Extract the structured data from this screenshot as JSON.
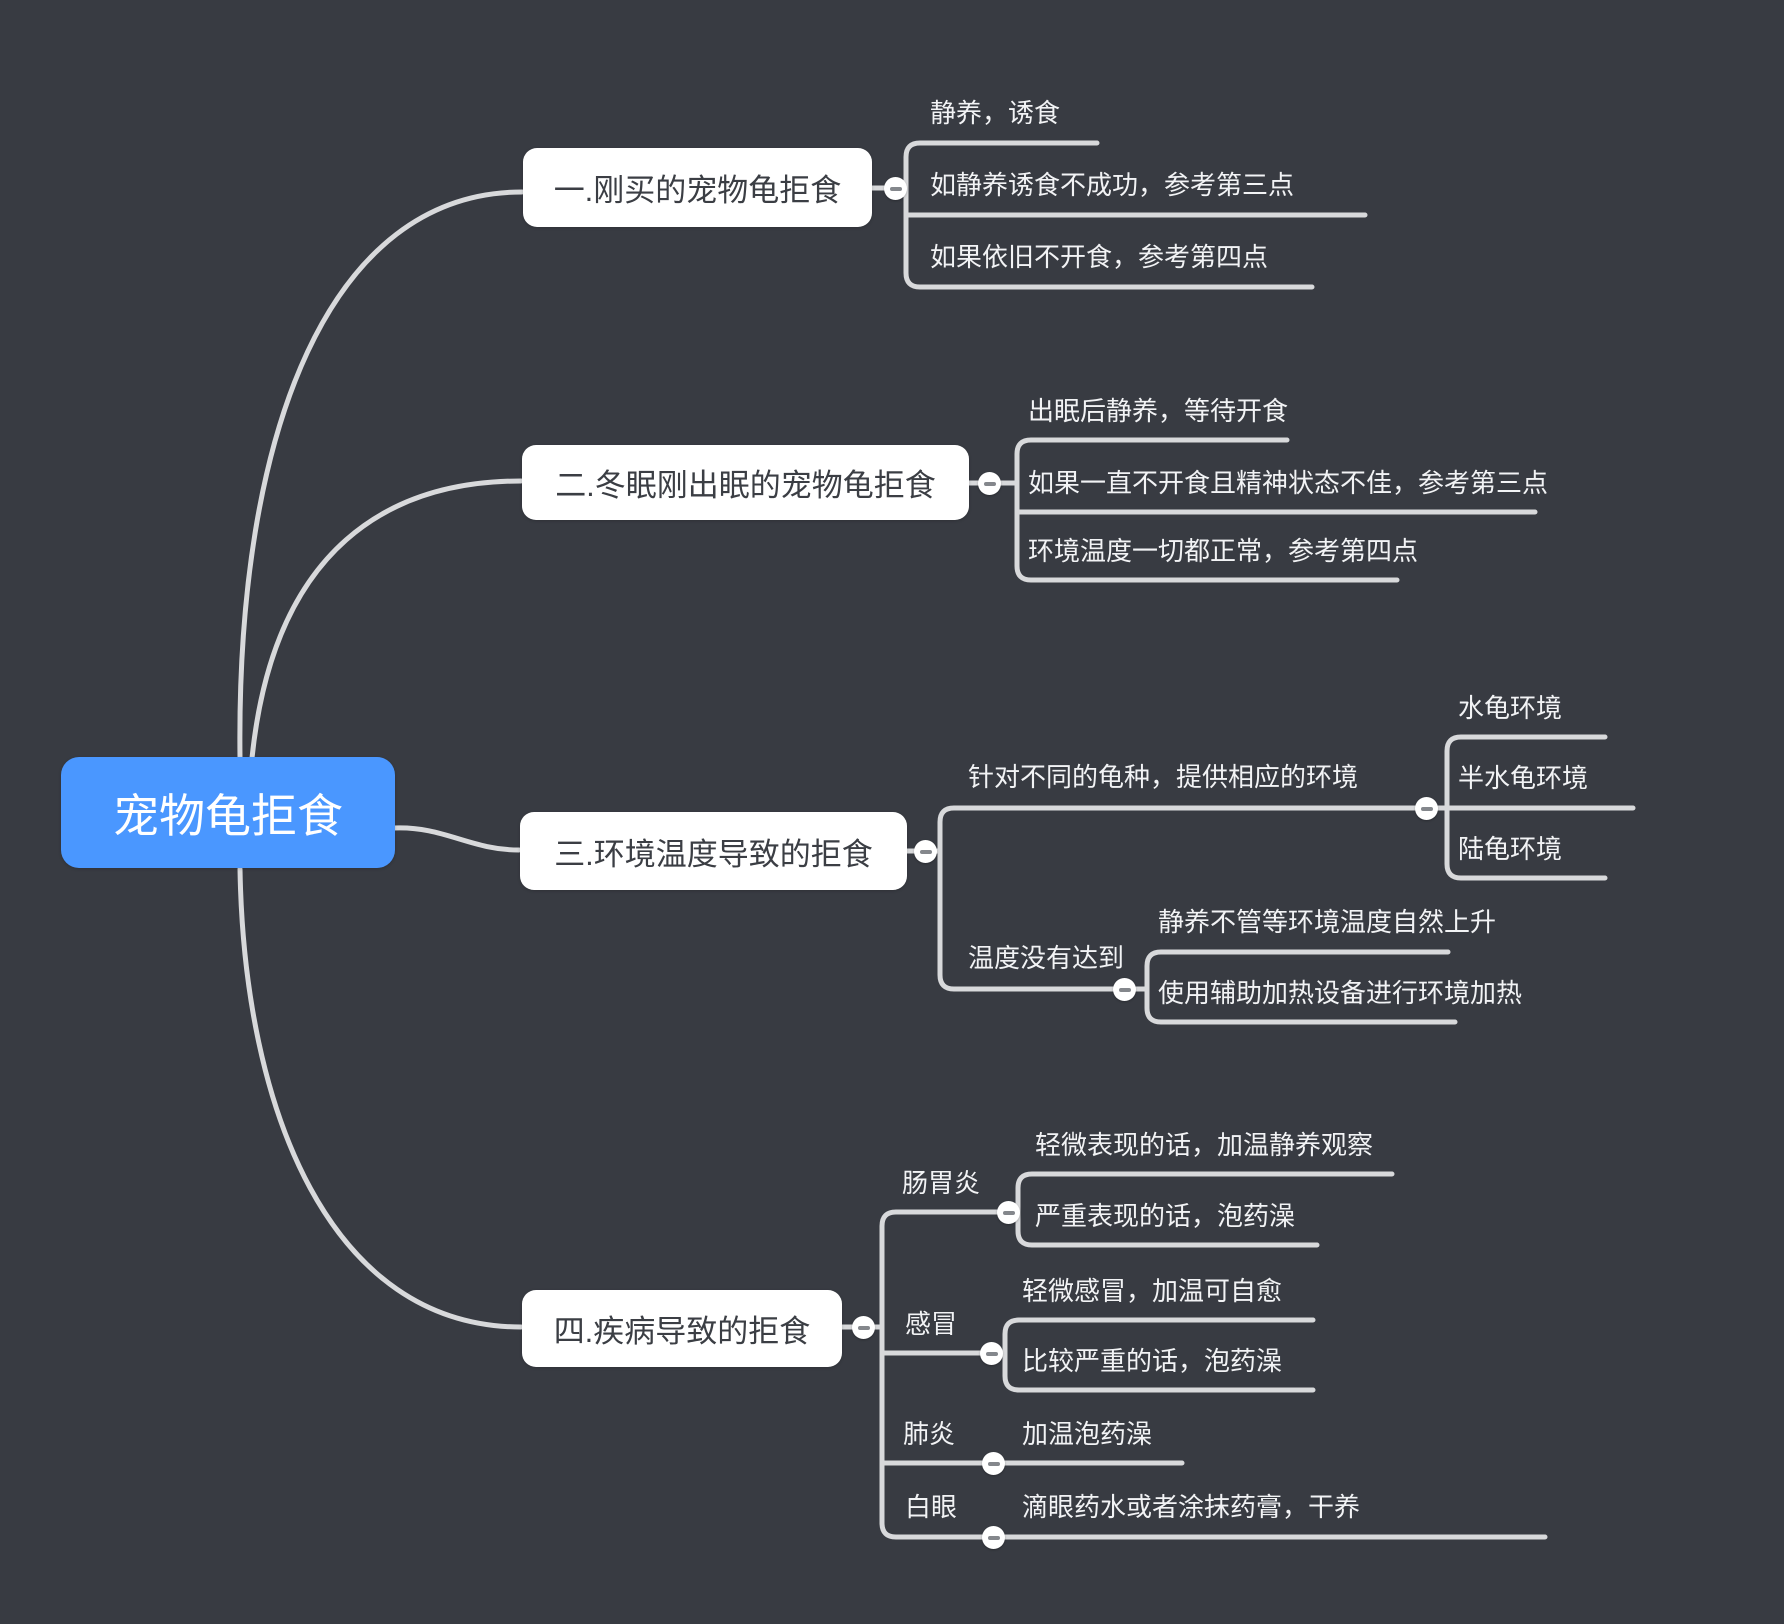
{
  "canvas": {
    "background_color": "#383b42",
    "line_color": "#d8d9db",
    "topic_fill": "#ffffff",
    "topic_text_color": "#3b3e44",
    "root_fill": "#4a97ff",
    "root_text_color": "#ffffff"
  },
  "icons": {
    "collapse": "minus-circle-icon"
  },
  "root": {
    "label": "宠物龟拒食"
  },
  "branches": [
    {
      "label": "一.刚买的宠物龟拒食",
      "children": [
        {
          "label": "静养，诱食"
        },
        {
          "label": "如静养诱食不成功，参考第三点"
        },
        {
          "label": "如果依旧不开食，参考第四点"
        }
      ]
    },
    {
      "label": "二.冬眠刚出眠的宠物龟拒食",
      "children": [
        {
          "label": "出眠后静养，等待开食"
        },
        {
          "label": "如果一直不开食且精神状态不佳，参考第三点"
        },
        {
          "label": "环境温度一切都正常，参考第四点"
        }
      ]
    },
    {
      "label": "三.环境温度导致的拒食",
      "children": [
        {
          "label": "针对不同的龟种，提供相应的环境",
          "children": [
            {
              "label": "水龟环境"
            },
            {
              "label": "半水龟环境"
            },
            {
              "label": "陆龟环境"
            }
          ]
        },
        {
          "label": "温度没有达到",
          "children": [
            {
              "label": "静养不管等环境温度自然上升"
            },
            {
              "label": "使用辅助加热设备进行环境加热"
            }
          ]
        }
      ]
    },
    {
      "label": "四.疾病导致的拒食",
      "children": [
        {
          "label": "肠胃炎",
          "children": [
            {
              "label": "轻微表现的话，加温静养观察"
            },
            {
              "label": "严重表现的话，泡药澡"
            }
          ]
        },
        {
          "label": "感冒",
          "children": [
            {
              "label": "轻微感冒，加温可自愈"
            },
            {
              "label": "比较严重的话，泡药澡"
            }
          ]
        },
        {
          "label": "肺炎",
          "children": [
            {
              "label": "加温泡药澡"
            }
          ]
        },
        {
          "label": "白眼",
          "children": [
            {
              "label": "滴眼药水或者涂抹药膏，干养"
            }
          ]
        }
      ]
    }
  ]
}
